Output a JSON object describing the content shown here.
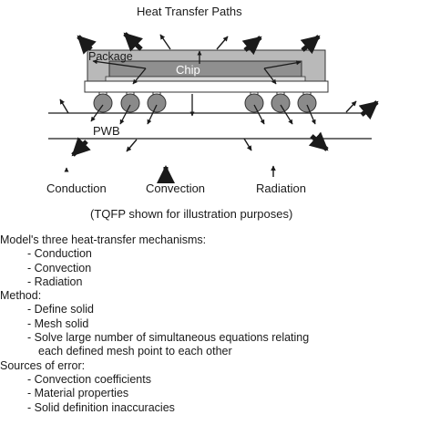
{
  "title": "Heat Transfer Paths",
  "labels": {
    "package": "Package",
    "chip": "Chip",
    "pwb": "PWB"
  },
  "legend": {
    "conduction": "Conduction",
    "convection": "Convection",
    "radiation": "Radiation"
  },
  "caption": "(TQFP shown for illustration purposes)",
  "notes": {
    "mechanisms": {
      "heading": "Model's three heat-transfer mechanisms:",
      "items": [
        "- Conduction",
        "- Convection",
        "- Radiation"
      ]
    },
    "method": {
      "heading": "Method:",
      "items": [
        "- Define solid",
        "- Mesh solid",
        "- Solve large number of simultaneous equations relating"
      ],
      "continuation": "each defined mesh point to each other"
    },
    "errors": {
      "heading": "Sources of error:",
      "items": [
        "- Convection coefficients",
        "- Material properties",
        "- Solid definition inaccuracies"
      ]
    }
  },
  "colors": {
    "package_fill": "#b9b9b9",
    "chip_fill": "#8f8f8f",
    "ball_fill": "#8a8a8a",
    "ink": "#1a1a1a"
  }
}
